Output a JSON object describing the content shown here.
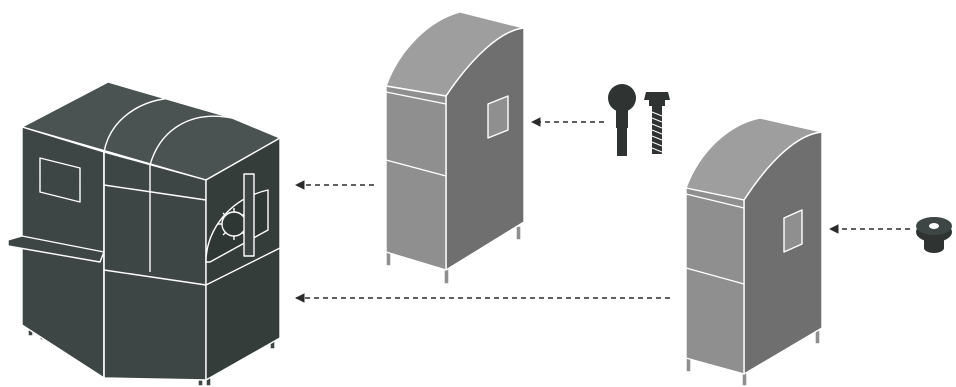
{
  "diagram": {
    "colors": {
      "dark_machine": "#3d4644",
      "dark_machine_side": "#353d3b",
      "grey_cabinet": "#8f8f8f",
      "grey_cabinet_side": "#6f6f6f",
      "outline": "#ffffff",
      "arrow": "#2b2b2b",
      "part": "#2f3432"
    },
    "components": [
      {
        "id": "main-machine",
        "icon": "enclosed-machine-icon"
      },
      {
        "id": "cabinet-a",
        "icon": "arched-cabinet-icon"
      },
      {
        "id": "cabinet-b",
        "icon": "arched-cabinet-icon"
      },
      {
        "id": "ball-joint",
        "icon": "ball-joint-icon"
      },
      {
        "id": "hex-bolt",
        "icon": "hex-bolt-icon"
      },
      {
        "id": "flanged-nut",
        "icon": "flanged-nut-icon"
      }
    ],
    "arrows": [
      {
        "from": "ball-joint",
        "to": "cabinet-a",
        "style": "dashed"
      },
      {
        "from": "cabinet-a",
        "to": "main-machine",
        "style": "dashed"
      },
      {
        "from": "flanged-nut",
        "to": "cabinet-b",
        "style": "dashed"
      },
      {
        "from": "cabinet-b",
        "to": "main-machine",
        "style": "dashed"
      }
    ]
  }
}
